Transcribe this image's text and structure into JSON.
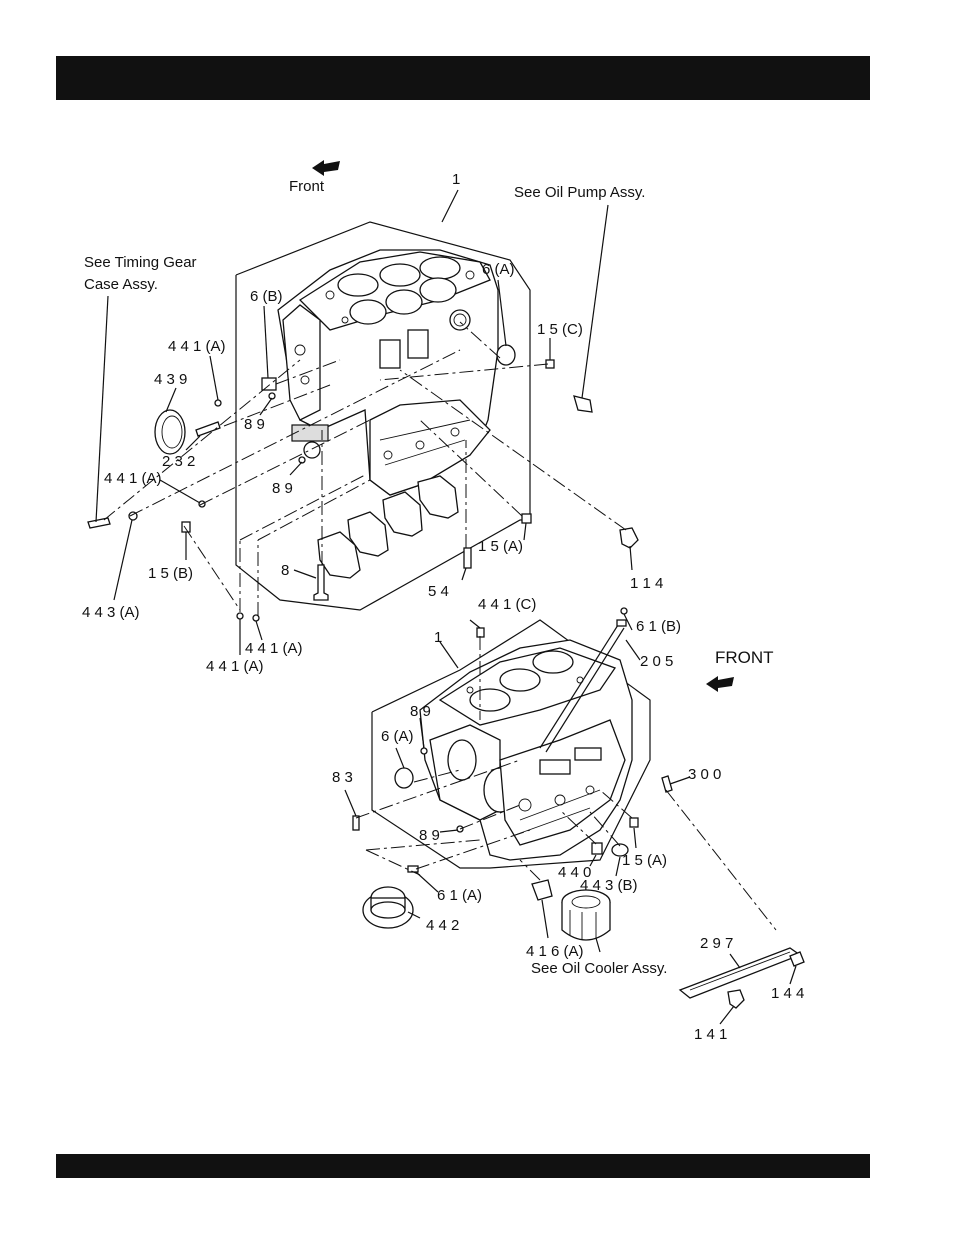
{
  "labels": {
    "front_upper": "Front",
    "part_1_upper": "1",
    "see_oil_pump": "See Oil Pump Assy.",
    "see_timing_gear_1": "See Timing Gear",
    "see_timing_gear_2": "Case Assy.",
    "p_6b": "6 (B)",
    "p_6a_upper": "6 (A)",
    "p_441a_1": "4 4 1 (A)",
    "p_15c": "1 5 (C)",
    "p_439": "4 3 9",
    "p_89_a": "8 9",
    "p_232": "2 3 2",
    "p_441a_2": "4 4 1 (A)",
    "p_89_b": "8 9",
    "p_15a_upper": "1 5 (A)",
    "p_15b": "1 5 (B)",
    "p_8": "8",
    "p_114": "1 1 4",
    "p_54": "5 4",
    "p_443a": "4 4 3 (A)",
    "p_441a_3": "4 4 1 (A)",
    "p_441a_4": "4 4 1 (A)",
    "p_441c": "4 4 1 (C)",
    "p_61b": "6 1 (B)",
    "p_205": "2 0 5",
    "front_lower": "FRONT",
    "part_1_lower": "1",
    "p_89_c": "8 9",
    "p_6a_lower": "6 (A)",
    "p_83": "8 3",
    "p_300": "3 0 0",
    "p_89_d": "8 9",
    "p_15a_lower": "1 5 (A)",
    "p_440": "4 4 0",
    "p_443b": "4 4 3 (B)",
    "p_61a": "6 1 (A)",
    "p_442": "4 4 2",
    "p_416a": "4 1 6 (A)",
    "see_oil_cooler": "See Oil Cooler Assy.",
    "p_297": "2 9 7",
    "p_144": "1 4 4",
    "p_141": "1 4 1"
  }
}
